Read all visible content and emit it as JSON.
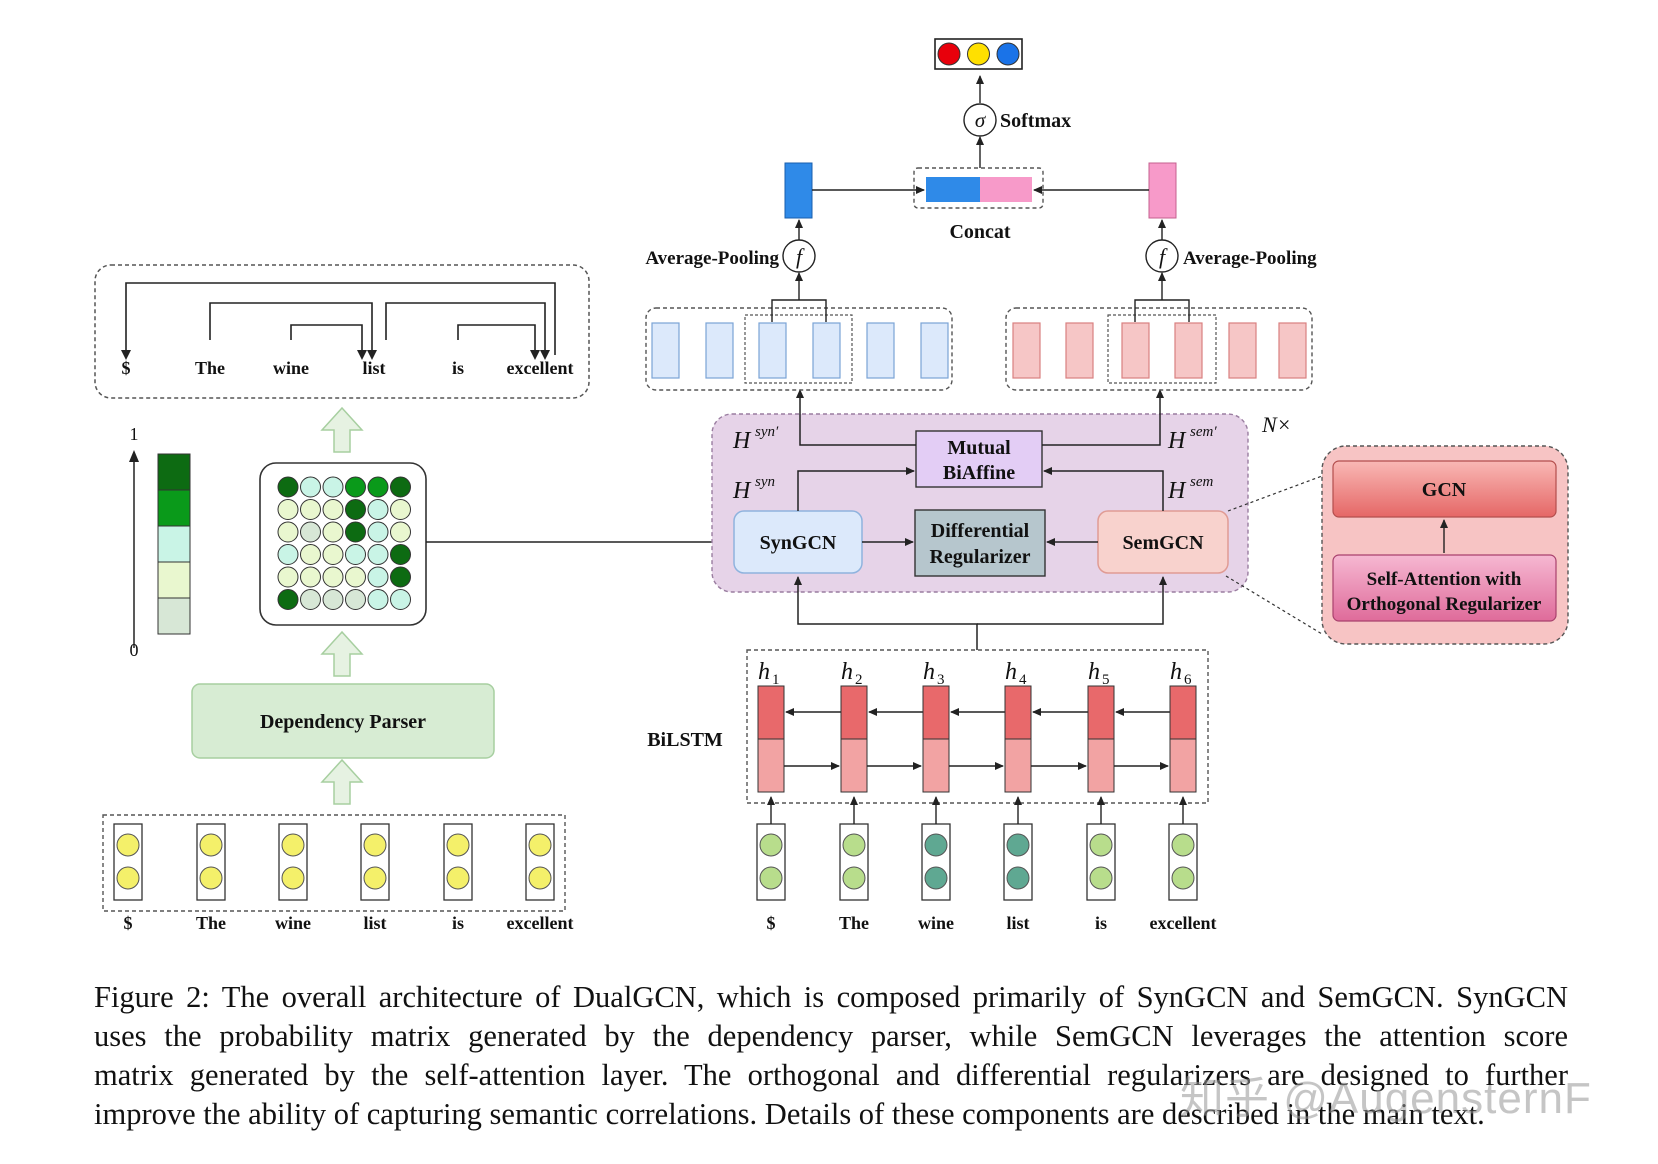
{
  "parse_tree": {
    "tokens": [
      "$",
      "The",
      "wine",
      "list",
      "is",
      "excellent"
    ]
  },
  "scale": {
    "top": "1",
    "bottom": "0"
  },
  "dependency_parser": {
    "label": "Dependency Parser"
  },
  "input_left": {
    "tokens": [
      "$",
      "The",
      "wine",
      "list",
      "is",
      "excellent"
    ]
  },
  "input_right": {
    "tokens": [
      "$",
      "The",
      "wine",
      "list",
      "is",
      "excellent"
    ]
  },
  "bilstm": {
    "label": "BiLSTM",
    "hidden": [
      "h",
      "h",
      "h",
      "h",
      "h",
      "h"
    ],
    "subscripts": [
      "1",
      "2",
      "3",
      "4",
      "5",
      "6"
    ]
  },
  "output": {
    "softmax_symbol": "σ",
    "softmax_label": "Softmax",
    "concat_label": "Concat",
    "pool_symbol": "f",
    "pool_left_label": "Average-Pooling",
    "pool_right_label": "Average-Pooling",
    "classes": [
      "#e8000b",
      "#ffe000",
      "#1a73e8"
    ]
  },
  "module": {
    "n_times": "N×",
    "h_syn_prime": "H",
    "h_syn_prime_sup": "syn′",
    "h_syn": "H",
    "h_syn_sup": "syn",
    "h_sem_prime": "H",
    "h_sem_prime_sup": "sem′",
    "h_sem": "H",
    "h_sem_sup": "sem",
    "syngcn": "SynGCN",
    "semgcn": "SemGCN",
    "mutual_1": "Mutual",
    "mutual_2": "BiAffine",
    "diff_1": "Differential",
    "diff_2": "Regularizer"
  },
  "detail": {
    "gcn": "GCN",
    "sa_1": "Self-Attention with",
    "sa_2": "Orthogonal Regularizer"
  },
  "caption": {
    "lines": [
      "Figure 2: The overall architecture of DualGCN, which is composed primarily of SynGCN and SemGCN. SynGCN",
      "uses the probability matrix generated by the dependency parser, while SemGCN leverages the attention score",
      "matrix generated by the self-attention layer.  The orthogonal and differential regularizers are designed to further",
      "improve the ability of capturing semantic correlations. Details of these components are described in the main text."
    ]
  },
  "watermark": "知乎 @AugensternF",
  "colors": {
    "syn_blue": "#dce9fb",
    "syn_blue_dark": "#2f8ae8",
    "sem_pink": "#f6c6c6",
    "sem_pink_dark": "#f79ac9",
    "module_bg": "#e6d3e8",
    "dep_green": "#d7ecd3",
    "lstm_top": "#e8696b",
    "lstm_bottom": "#f2a3a3",
    "diff_box": "#b6c6cd",
    "mutual_box": "#e3cdf5"
  }
}
